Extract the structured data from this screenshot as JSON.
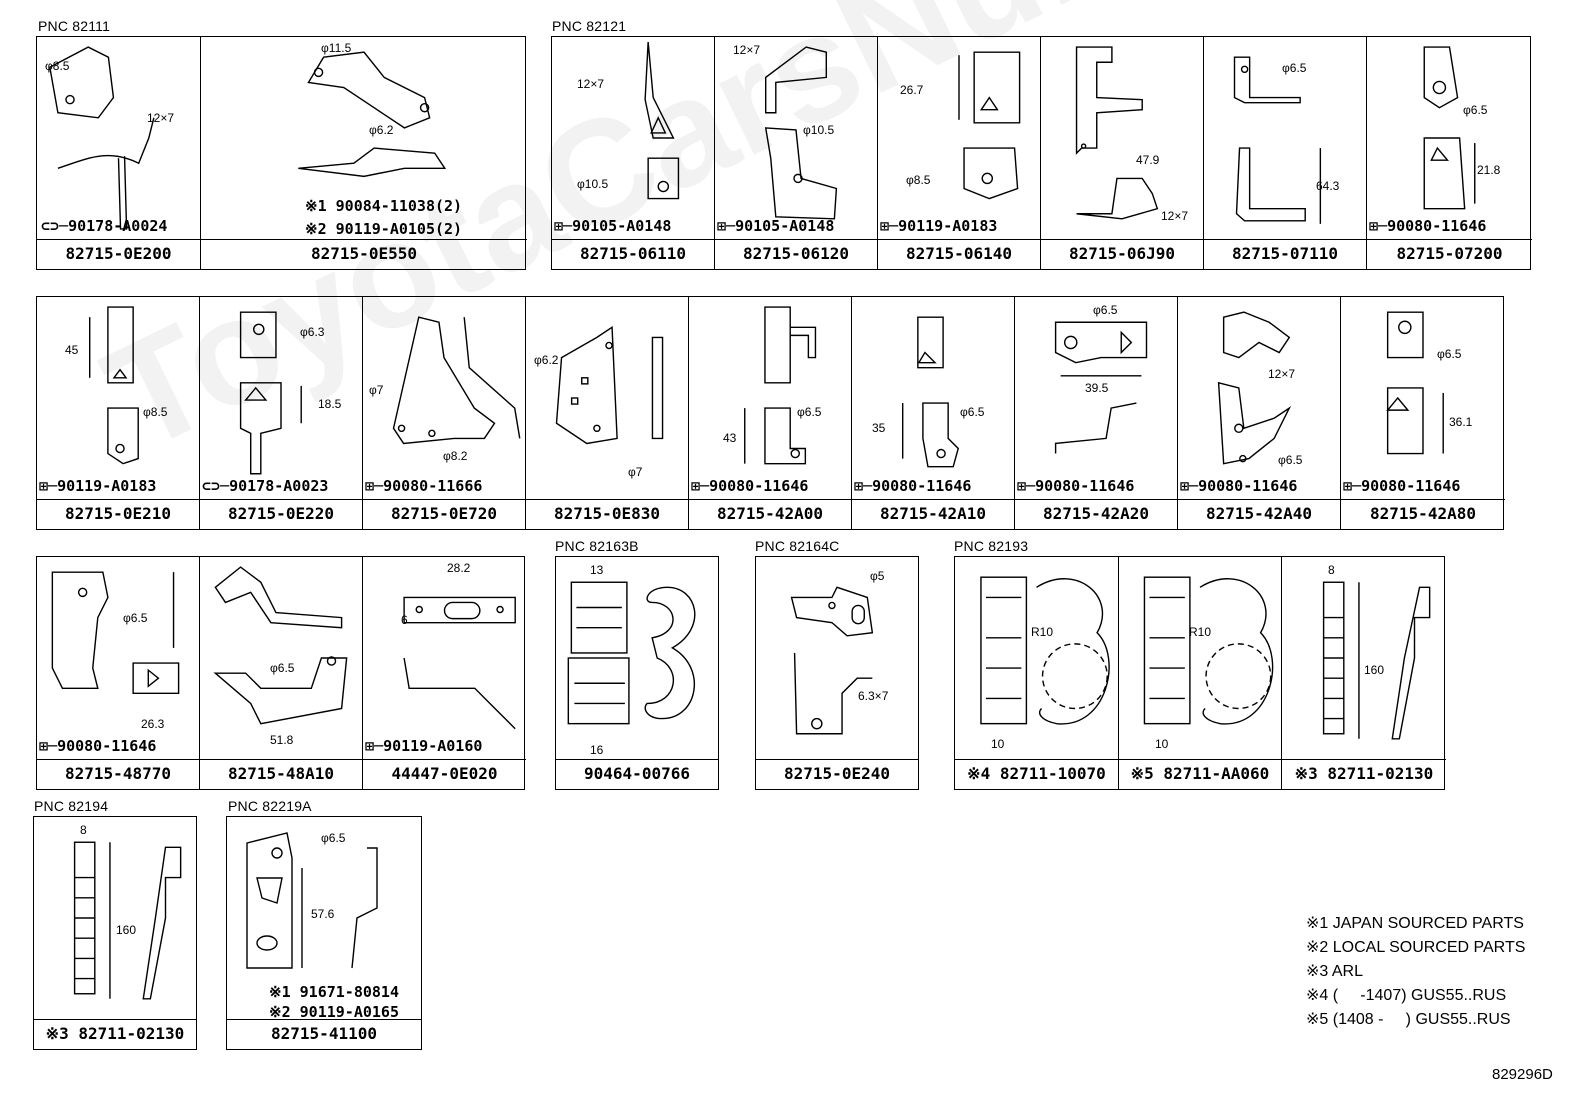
{
  "watermark": "ToyotaCarsNumber.ru",
  "groups": {
    "g82111": "PNC 82111",
    "g82121": "PNC 82121",
    "g82163b": "PNC 82163B",
    "g82164c": "PNC 82164C",
    "g82193": "PNC 82193",
    "g82194": "PNC 82194",
    "g82219a": "PNC 82219A"
  },
  "cells": {
    "c1": {
      "pn": "82715-0E200",
      "bolt": "90178-A0024",
      "dims": [
        "φ8.5",
        "12×7"
      ]
    },
    "c2": {
      "pn": "82715-0E550",
      "bolt1": "※1 90084-11038(2)",
      "bolt2": "※2 90119-A0105(2)",
      "dims": [
        "φ11.5",
        "φ6.2"
      ]
    },
    "c3": {
      "pn": "82715-06110",
      "bolt": "90105-A0148",
      "dims": [
        "12×7",
        "φ10.5"
      ]
    },
    "c4": {
      "pn": "82715-06120",
      "bolt": "90105-A0148",
      "dims": [
        "12×7",
        "φ10.5"
      ]
    },
    "c5": {
      "pn": "82715-06140",
      "bolt": "90119-A0183",
      "dims": [
        "26.7",
        "φ8.5"
      ]
    },
    "c6": {
      "pn": "82715-06J90",
      "dims": [
        "47.9",
        "12×7"
      ]
    },
    "c7": {
      "pn": "82715-07110",
      "dims": [
        "φ6.5",
        "64.3"
      ]
    },
    "c8": {
      "pn": "82715-07200",
      "bolt": "90080-11646",
      "dims": [
        "φ6.5",
        "21.8"
      ]
    },
    "c9": {
      "pn": "82715-0E210",
      "bolt": "90119-A0183",
      "dims": [
        "45",
        "φ8.5"
      ]
    },
    "c10": {
      "pn": "82715-0E220",
      "bolt": "90178-A0023",
      "dims": [
        "φ6.3",
        "18.5"
      ]
    },
    "c11": {
      "pn": "82715-0E720",
      "bolt": "90080-11666",
      "dims": [
        "φ7",
        "φ8.2"
      ]
    },
    "c12": {
      "pn": "82715-0E830",
      "dims": [
        "φ6.2",
        "φ7"
      ]
    },
    "c13": {
      "pn": "82715-42A00",
      "bolt": "90080-11646",
      "dims": [
        "43",
        "φ6.5"
      ]
    },
    "c14": {
      "pn": "82715-42A10",
      "bolt": "90080-11646",
      "dims": [
        "35",
        "φ6.5"
      ]
    },
    "c15": {
      "pn": "82715-42A20",
      "bolt": "90080-11646",
      "dims": [
        "φ6.5",
        "39.5"
      ]
    },
    "c16": {
      "pn": "82715-42A40",
      "bolt": "90080-11646",
      "dims": [
        "12×7",
        "φ6.5"
      ]
    },
    "c17": {
      "pn": "82715-42A80",
      "bolt": "90080-11646",
      "dims": [
        "φ6.5",
        "36.1"
      ]
    },
    "c18": {
      "pn": "82715-48770",
      "bolt": "90080-11646",
      "dims": [
        "φ6.5",
        "26.3"
      ]
    },
    "c19": {
      "pn": "82715-48A10",
      "dims": [
        "φ6.5",
        "51.8"
      ]
    },
    "c20": {
      "pn": "44447-0E020",
      "bolt": "90119-A0160",
      "dims": [
        "28.2",
        "6"
      ]
    },
    "c21": {
      "pn": "90464-00766",
      "dims": [
        "13",
        "16"
      ]
    },
    "c22": {
      "pn": "82715-0E240",
      "dims": [
        "φ5",
        "6.3×7"
      ]
    },
    "c23": {
      "pn": "※4 82711-10070",
      "dims": [
        "R10",
        "10"
      ]
    },
    "c24": {
      "pn": "※5 82711-AA060",
      "dims": [
        "R10",
        "10"
      ]
    },
    "c25": {
      "pn": "※3 82711-02130",
      "dims": [
        "8",
        "160"
      ]
    },
    "c26": {
      "pn": "※3 82711-02130",
      "dims": [
        "8",
        "160"
      ]
    },
    "c27": {
      "pn": "82715-41100",
      "bolt1": "※1 91671-80814",
      "bolt2": "※2 90119-A0165",
      "dims": [
        "φ6.5",
        "57.6"
      ]
    }
  },
  "notes": [
    "※1 JAPAN SOURCED PARTS",
    "※2 LOCAL SOURCED PARTS",
    "※3 ARL",
    "※4 (     -1407) GUS55..RUS",
    "※5 (1408 -     ) GUS55..RUS"
  ],
  "diagram_id": "829296D"
}
